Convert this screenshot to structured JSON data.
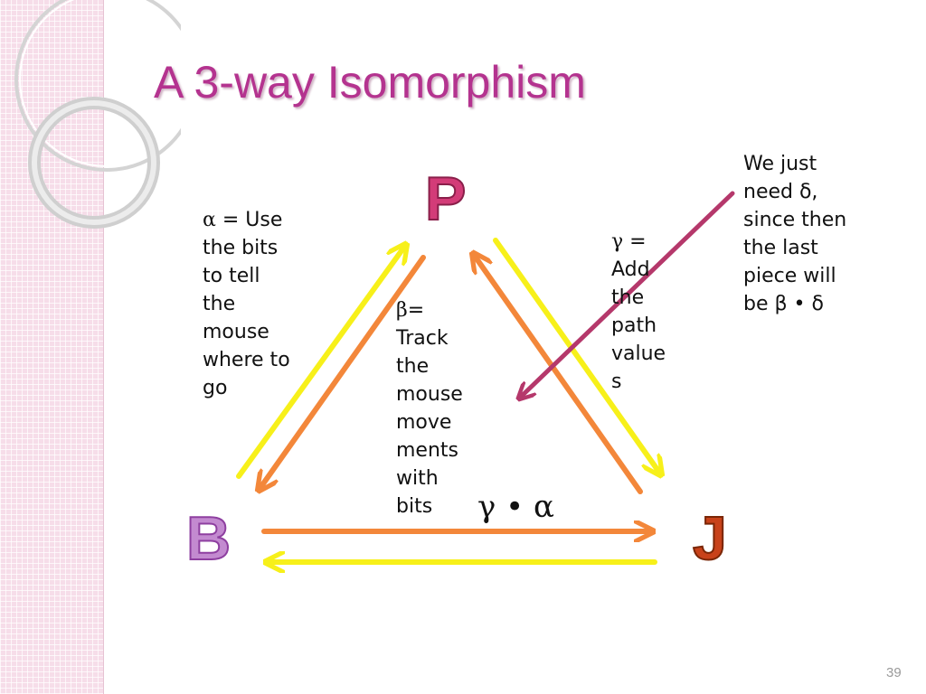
{
  "slide": {
    "title": "A 3-way Isomorphism",
    "page_number": "39"
  },
  "nodes": {
    "p": "P",
    "b": "B",
    "j": "J"
  },
  "labels": {
    "alpha": {
      "symbol": "α",
      "lines": [
        "= Use",
        "the bits",
        "to tell",
        "the",
        "mouse",
        "where to",
        "go"
      ]
    },
    "beta": {
      "symbol": "β",
      "lines": [
        "=",
        "Track",
        "the",
        "mouse",
        "move",
        "ments",
        "with",
        "bits"
      ]
    },
    "gamma": {
      "symbol": "γ",
      "lines": [
        "=",
        "Add",
        "the",
        "path",
        "value",
        "s"
      ]
    },
    "note": {
      "lines": [
        "We just",
        "need δ,",
        "since then",
        "the last",
        "piece will",
        "be β • δ"
      ]
    },
    "composition": "γ • α"
  },
  "colors": {
    "title": "#b4338f",
    "arrow_yellow": "#f7f01a",
    "arrow_orange": "#f3873a",
    "arrow_note": "#b5386b",
    "sidebar": "#f6dde9"
  }
}
